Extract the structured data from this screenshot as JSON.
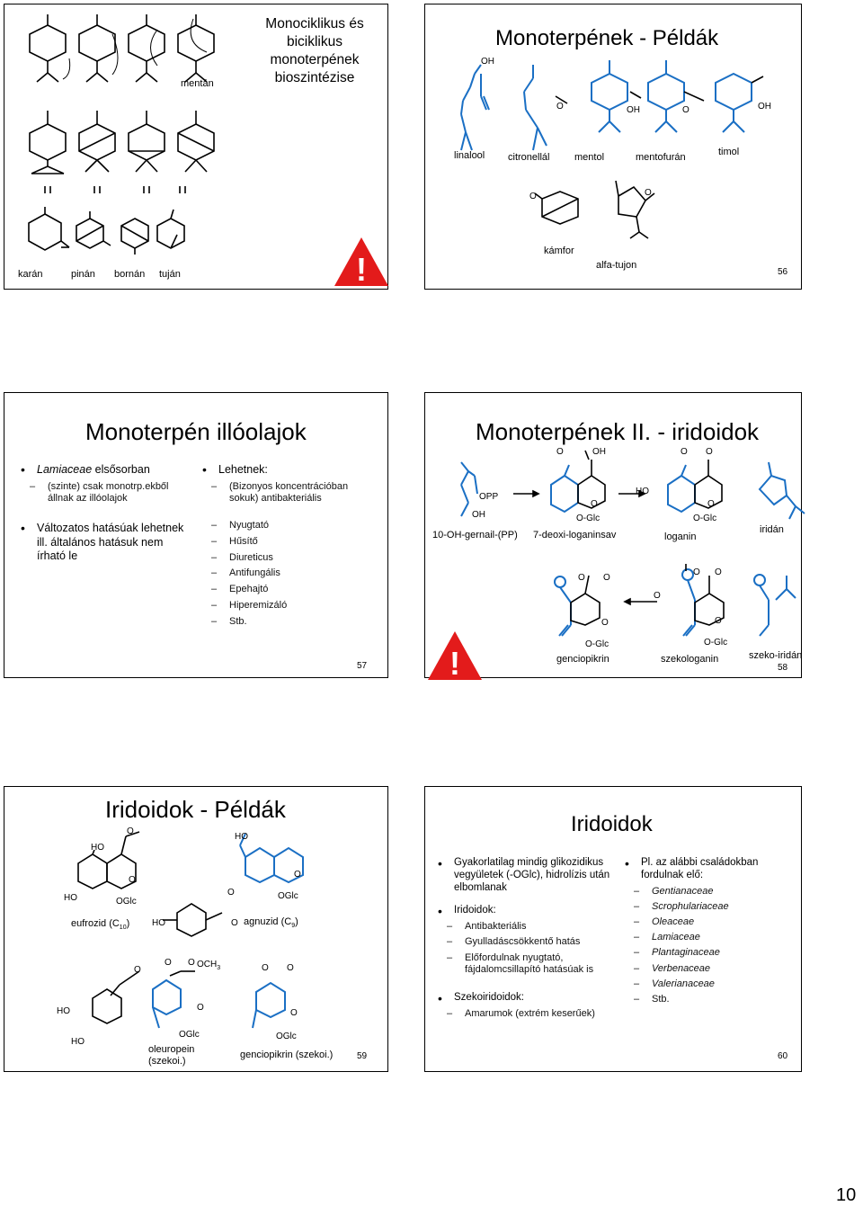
{
  "slide56": {
    "title_lines": [
      "Monociklikus és",
      "biciklikus",
      "monoterpének",
      "bioszintézise"
    ],
    "title2": "Monoterpének - Példák",
    "labels": {
      "mentan": "mentán",
      "karan": "karán",
      "pinan": "pinán",
      "bornan": "bornán",
      "tujan": "tuján",
      "linalool": "linalool",
      "citronellal": "citronellál",
      "mentol": "mentol",
      "mentofuran": "mentofurán",
      "timol": "timol",
      "kamfor": "kámfor",
      "alfatujon": "alfa-tujon"
    },
    "atoms": {
      "oh": "OH",
      "o": "O"
    },
    "page": "56"
  },
  "slide57": {
    "title": "Monoterpén illóolajok",
    "left": [
      {
        "text_italic": "Lamiaceae",
        "text_rest": " elsősorban",
        "subs": [
          "(szinte) csak monotrp.ekből állnak az illóolajok"
        ]
      },
      {
        "text": "Változatos hatásúak lehetnek ill. általános hatásuk nem írható le",
        "subs": []
      }
    ],
    "right_head": "Lehetnek:",
    "right_sub1": "(Bizonyos koncentrációban sokuk) antibakteriális",
    "right_items": [
      "Nyugtató",
      "Hűsítő",
      "Diureticus",
      "Antifungális",
      "Epehajtó",
      "Hiperemizáló",
      "Stb."
    ],
    "page": "57"
  },
  "slide58": {
    "title": "Monoterpének II. - iridoidok",
    "labels": {
      "gernail": "10-OH-gernail-(PP)",
      "deoxi": "7-deoxi-loganinsav",
      "loganin": "loganin",
      "iridan": "iridán",
      "genciopikrin": "genciopikrin",
      "szekologanin": "szekologanin",
      "szekoiridan": "szeko-iridán"
    },
    "atoms": {
      "opp": "OPP",
      "oh": "OH",
      "ho": "HO",
      "o": "O",
      "oglc": "O-Glc"
    },
    "page": "58"
  },
  "slide59": {
    "title": "Iridoidok - Példák",
    "labels": {
      "eufrozid": "eufrozid (C",
      "eufrozid_sub": "10",
      "agnuzid": "agnuzid (C",
      "agnuzid_sub": "9",
      "oleuropein1": "oleuropein",
      "oleuropein2": "(szekoi.)",
      "genciopikrin": "genciopikrin (szekoi.)"
    },
    "atoms": {
      "ho": "HO",
      "o": "O",
      "oglc": "OGlc",
      "och3": "OCH",
      "och3_sub": "3",
      "close": ")"
    },
    "page": "59"
  },
  "slide60": {
    "title": "Iridoidok",
    "left_bullets": [
      {
        "text": "Gyakorlatilag mindig glikozidikus vegyületek (-OGlc), hidrolízis után elbomlanak",
        "subs": []
      },
      {
        "text": "Iridoidok:",
        "subs": [
          "Antibakteriális",
          "Gyulladáscsökkentő hatás",
          "Előfordulnak nyugtató, fájdalomcsillapító hatásúak is"
        ]
      },
      {
        "text": "Szekoiridoidok:",
        "subs": [
          "Amarumok (extrém keserűek)"
        ]
      }
    ],
    "right_head": "Pl. az alábbi családokban fordulnak elő:",
    "families": [
      "Gentianaceae",
      "Scrophulariaceae",
      "Oleaceae",
      "Lamiaceae",
      "Plantaginaceae",
      "Verbenaceae",
      "Valerianaceae"
    ],
    "families_last": "Stb.",
    "page": "60"
  },
  "warning": "!",
  "page_number": "10"
}
